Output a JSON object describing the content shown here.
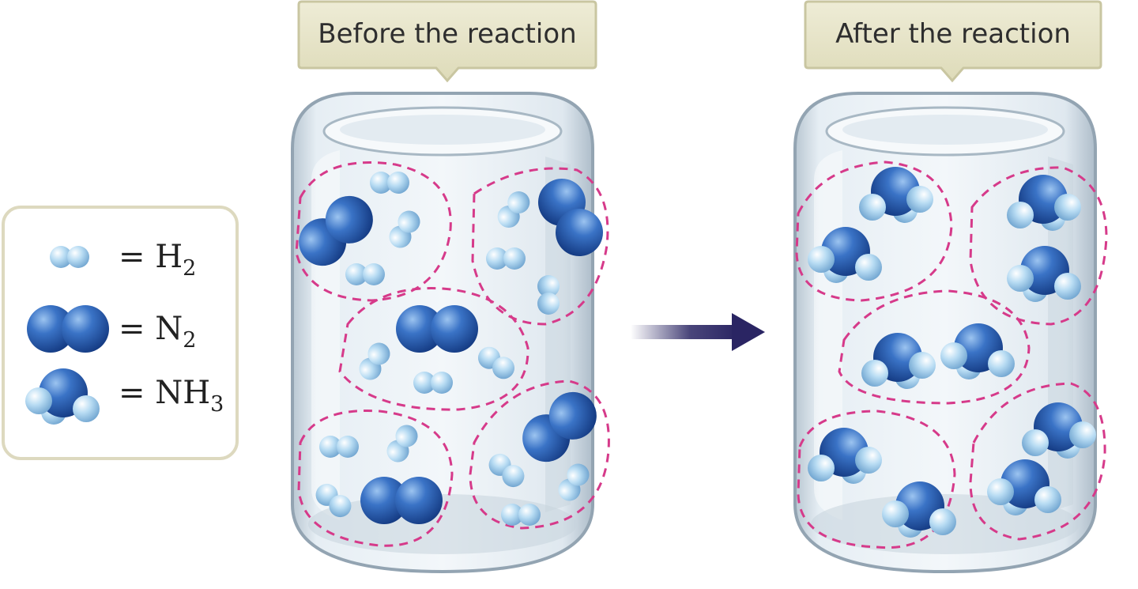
{
  "labels": {
    "before": "Before the reaction",
    "after": "After the reaction"
  },
  "legend": [
    {
      "glyph": "h2",
      "prefix": "= H",
      "sub": "2"
    },
    {
      "glyph": "n2",
      "prefix": "= N",
      "sub": "2"
    },
    {
      "glyph": "nh3",
      "prefix": "= NH",
      "sub": "3"
    }
  ],
  "colors": {
    "label_fill": "#e7e5c9",
    "label_stroke": "#c9c6a1",
    "legend_stroke": "#ddd9bf",
    "group_outline": "#d63a8a",
    "arrow": "#2a2563",
    "h_atom": "#a9d3ef",
    "n_atom": "#2f62b6"
  },
  "icons": {
    "arrow": "reaction-arrow-icon",
    "jar": "glass-jar-icon",
    "h2": "hydrogen-molecule-icon",
    "n2": "nitrogen-molecule-icon",
    "nh3": "ammonia-molecule-icon"
  }
}
